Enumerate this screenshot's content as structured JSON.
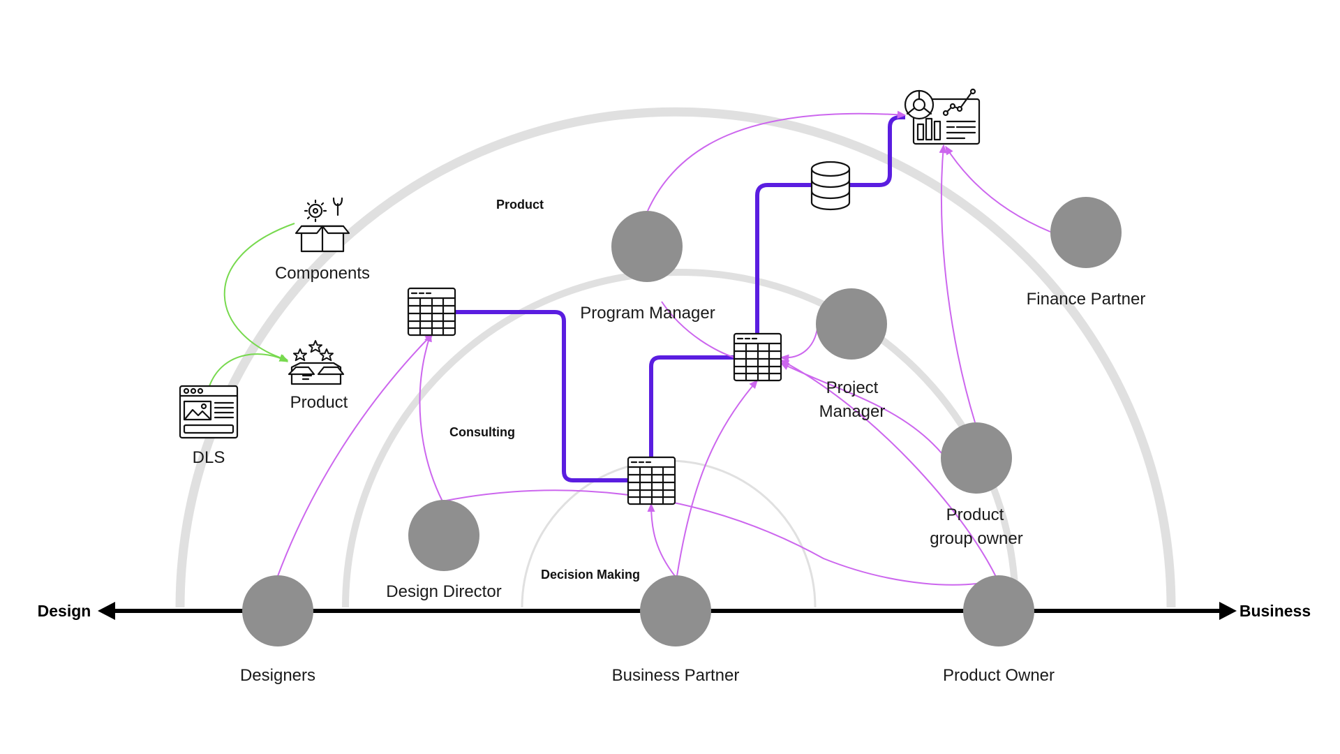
{
  "axis": {
    "left_label": "Design",
    "right_label": "Business"
  },
  "zones": {
    "outer": "Product",
    "middle": "Consulting",
    "inner": "Decision Making"
  },
  "roles": {
    "designers": "Designers",
    "design_director": "Design Director",
    "business_partner": "Business Partner",
    "product_owner": "Product Owner",
    "product_group_owner_line1": "Product",
    "product_group_owner_line2": "group owner",
    "program_manager": "Program Manager",
    "project_manager_line1": "Project",
    "project_manager_line2": "Manager",
    "finance_partner": "Finance Partner"
  },
  "artifacts": {
    "components": "Components",
    "product": "Product",
    "dls": "DLS"
  },
  "icons": [
    "components-box-icon",
    "product-box-icon",
    "dls-browser-icon",
    "spreadsheet-icon",
    "database-icon",
    "dashboard-icon"
  ],
  "colors": {
    "node": "#8f8f8f",
    "arc": "#e0e0e0",
    "flow": "#5a1de0",
    "relation": "#cc66ee",
    "dls_relation": "#77d94e",
    "axis": "#000000"
  }
}
